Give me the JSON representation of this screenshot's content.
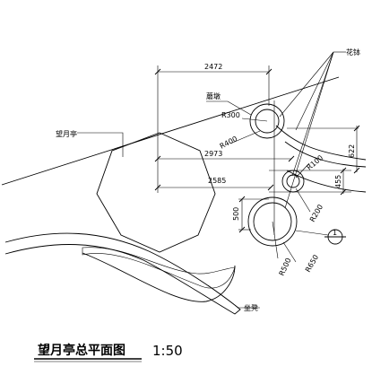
{
  "title": "望月亭总平面图",
  "scale": "1:50",
  "labels": {
    "pavilion": "望月亭",
    "pot": "花钵",
    "drum": "蘑墩",
    "bench": "坐凳"
  },
  "dimensions": {
    "d_2472": "2472",
    "d_2973": "2973",
    "d_2585": "2585",
    "d_500": "500",
    "d_622": "622",
    "d_455": "455",
    "r300": "R300",
    "r400": "R400",
    "r100": "R100",
    "r200": "R200",
    "r500": "R500",
    "r650": "R650"
  },
  "section_mark": "1"
}
